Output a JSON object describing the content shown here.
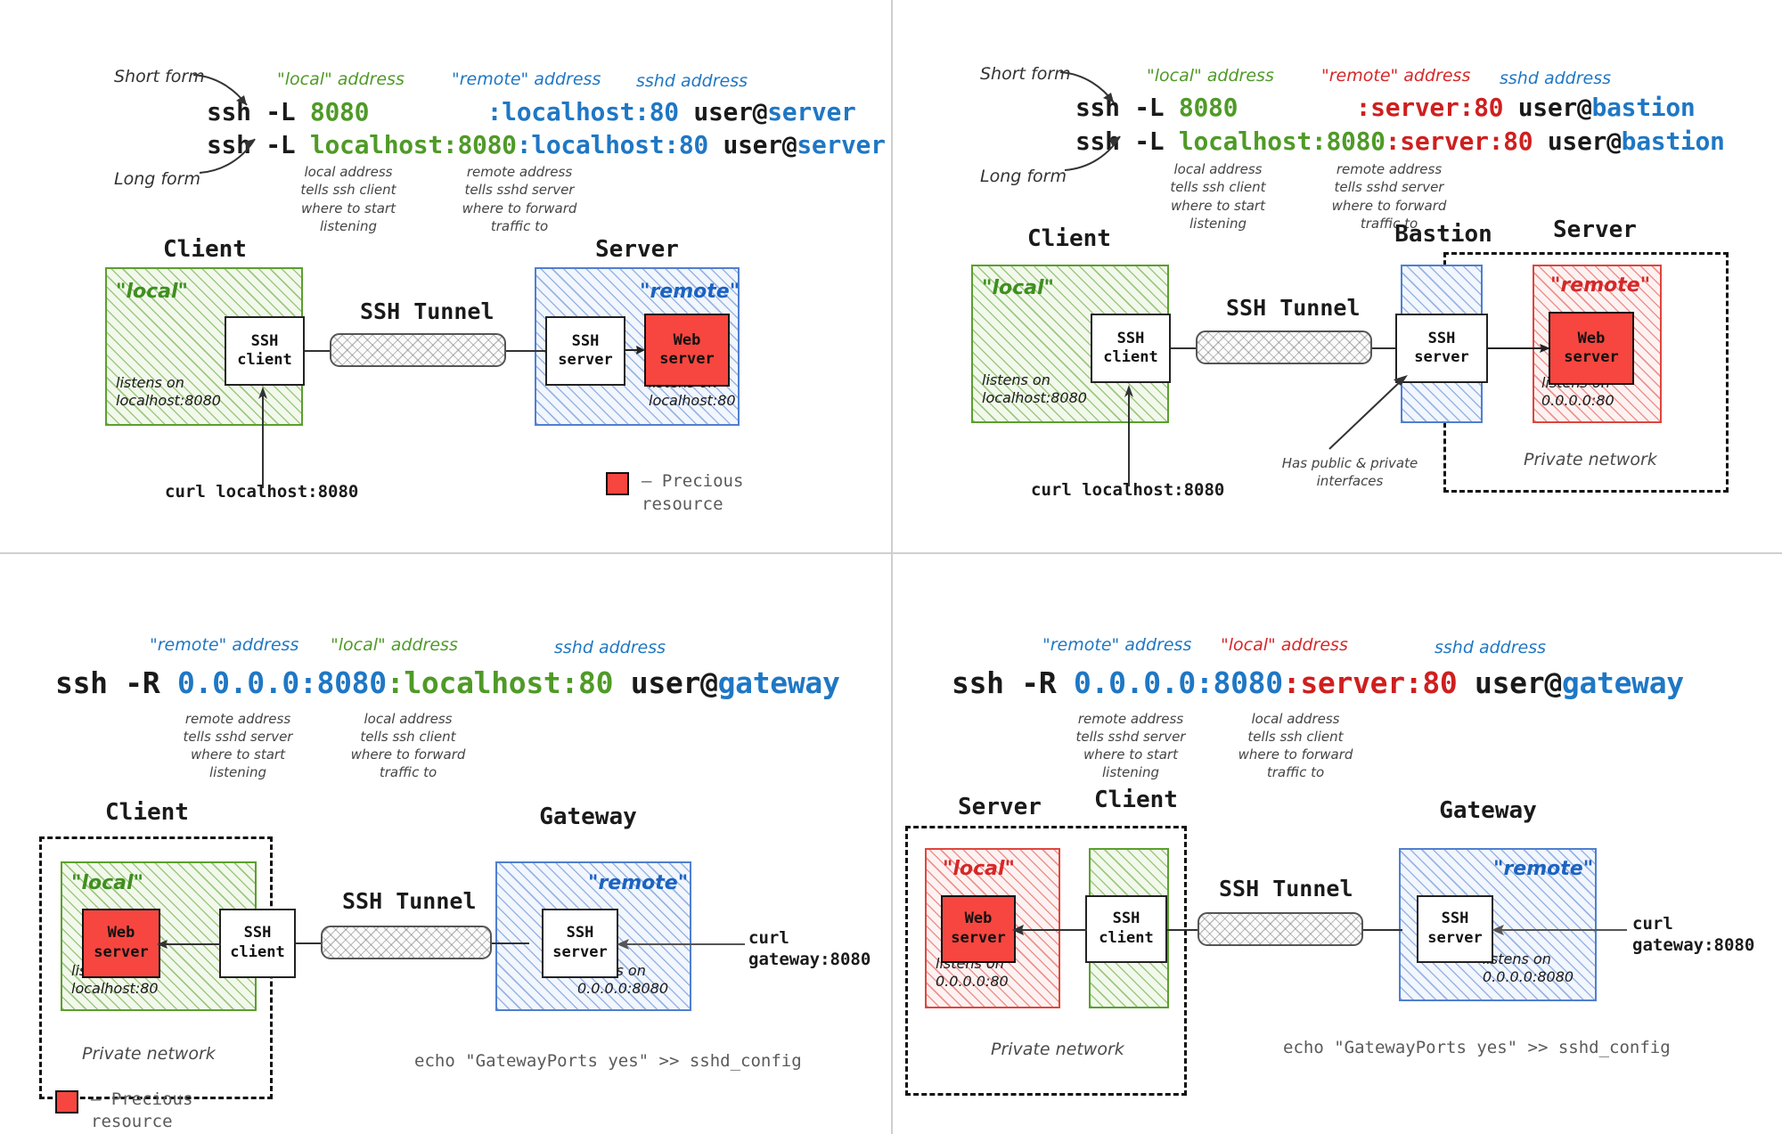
{
  "legend": {
    "symbol": "–",
    "text": "Precious\nresource",
    "color": "#f6463f"
  },
  "common": {
    "ssh_tunnel_label": "SSH Tunnel",
    "ssh_client": "SSH\nclient",
    "ssh_server": "SSH\nserver",
    "web_server": "Web\nserver",
    "private_network": "Private network",
    "short_form": "Short form",
    "long_form": "Long form",
    "local_tag": "\"local\"",
    "remote_tag": "\"remote\"",
    "note_local": "local address\ntells ssh client\nwhere to start\nlistening",
    "note_remote": "remote address\ntells sshd server\nwhere to forward\ntraffic to",
    "note_remote_start": "remote address\ntells sshd server\nwhere to start\nlistening",
    "note_local_forward": "local address\ntells ssh client\nwhere to forward\ntraffic to",
    "echo_cmd": "echo \"GatewayPorts yes\" >> sshd_config"
  },
  "colors": {
    "green": "#4f9a27",
    "blue": "#1f77c4",
    "red": "#cf1f1f",
    "dark": "#1a1a1a",
    "grey": "#5a5a5a"
  },
  "panels": [
    {
      "id": "local-forward-simple",
      "headers": [
        {
          "text": "\"local\" address",
          "color": "green"
        },
        {
          "text": "\"remote\" address",
          "color": "blue"
        },
        {
          "text": "sshd address",
          "color": "blue"
        }
      ],
      "short_cmd": {
        "prefix": "ssh -L ",
        "local": "8080",
        "gap": "        ",
        "remote": ":localhost:80",
        "user": " user@",
        "host": "server"
      },
      "long_cmd": {
        "prefix": "ssh -L ",
        "local": "localhost:8080",
        "remote": ":localhost:80",
        "user": " user@",
        "host": "server"
      },
      "hosts": [
        {
          "name": "Client"
        },
        {
          "name": "Server"
        }
      ],
      "client_zone_tag": "\"local\"",
      "client_listens": "listens on\nlocalhost:8080",
      "server_zone_tag": "\"remote\"",
      "server_listens": "listens on\nlocalhost:80",
      "curl": "curl localhost:8080",
      "has_legend": true
    },
    {
      "id": "local-forward-bastion",
      "headers": [
        {
          "text": "\"local\" address",
          "color": "green"
        },
        {
          "text": "\"remote\" address",
          "color": "red"
        },
        {
          "text": "sshd address",
          "color": "blue"
        }
      ],
      "short_cmd": {
        "prefix": "ssh -L ",
        "local": "8080",
        "gap": "        ",
        "remote": ":server:80",
        "user": " user@",
        "host": "bastion"
      },
      "long_cmd": {
        "prefix": "ssh -L ",
        "local": "localhost:8080",
        "remote": ":server:80",
        "user": " user@",
        "host": "bastion"
      },
      "hosts": [
        {
          "name": "Client"
        },
        {
          "name": "Bastion"
        },
        {
          "name": "Server"
        }
      ],
      "client_zone_tag": "\"local\"",
      "client_listens": "listens on\nlocalhost:8080",
      "server_zone_tag": "\"remote\"",
      "server_listens": "listens on\n0.0.0.0:80",
      "curl": "curl localhost:8080",
      "bastion_note": "Has public & private\ninterfaces",
      "private_network": "Private network",
      "has_legend": false
    },
    {
      "id": "remote-forward-simple",
      "headers": [
        {
          "text": "\"remote\" address",
          "color": "blue"
        },
        {
          "text": "\"local\" address",
          "color": "green"
        },
        {
          "text": "sshd address",
          "color": "blue"
        }
      ],
      "cmd": {
        "prefix": "ssh -R ",
        "remote": "0.0.0.0:8080",
        "local": ":localhost:80",
        "user": " user@",
        "host": "gateway"
      },
      "hosts": [
        {
          "name": "Client"
        },
        {
          "name": "Gateway"
        }
      ],
      "client_zone_tag": "\"local\"",
      "client_listens": "listens on\nlocalhost:80",
      "gateway_zone_tag": "\"remote\"",
      "gateway_listens": "listens on\n0.0.0.0:8080",
      "curl": "curl\ngateway:8080",
      "private_network": "Private network",
      "echo": "echo \"GatewayPorts yes\" >> sshd_config",
      "has_legend": true
    },
    {
      "id": "remote-forward-server",
      "headers": [
        {
          "text": "\"remote\" address",
          "color": "blue"
        },
        {
          "text": "\"local\" address",
          "color": "red"
        },
        {
          "text": "sshd address",
          "color": "blue"
        }
      ],
      "cmd": {
        "prefix": "ssh -R ",
        "remote": "0.0.0.0:8080",
        "local": ":server:80",
        "user": " user@",
        "host": "gateway"
      },
      "hosts": [
        {
          "name": "Server"
        },
        {
          "name": "Client"
        },
        {
          "name": "Gateway"
        }
      ],
      "server_zone_tag": "\"local\"",
      "server_listens": "listens on\n0.0.0.0:80",
      "gateway_zone_tag": "\"remote\"",
      "gateway_listens": "listens on\n0.0.0.0:8080",
      "curl": "curl\ngateway:8080",
      "private_network": "Private network",
      "echo": "echo \"GatewayPorts yes\" >> sshd_config",
      "has_legend": false
    }
  ]
}
